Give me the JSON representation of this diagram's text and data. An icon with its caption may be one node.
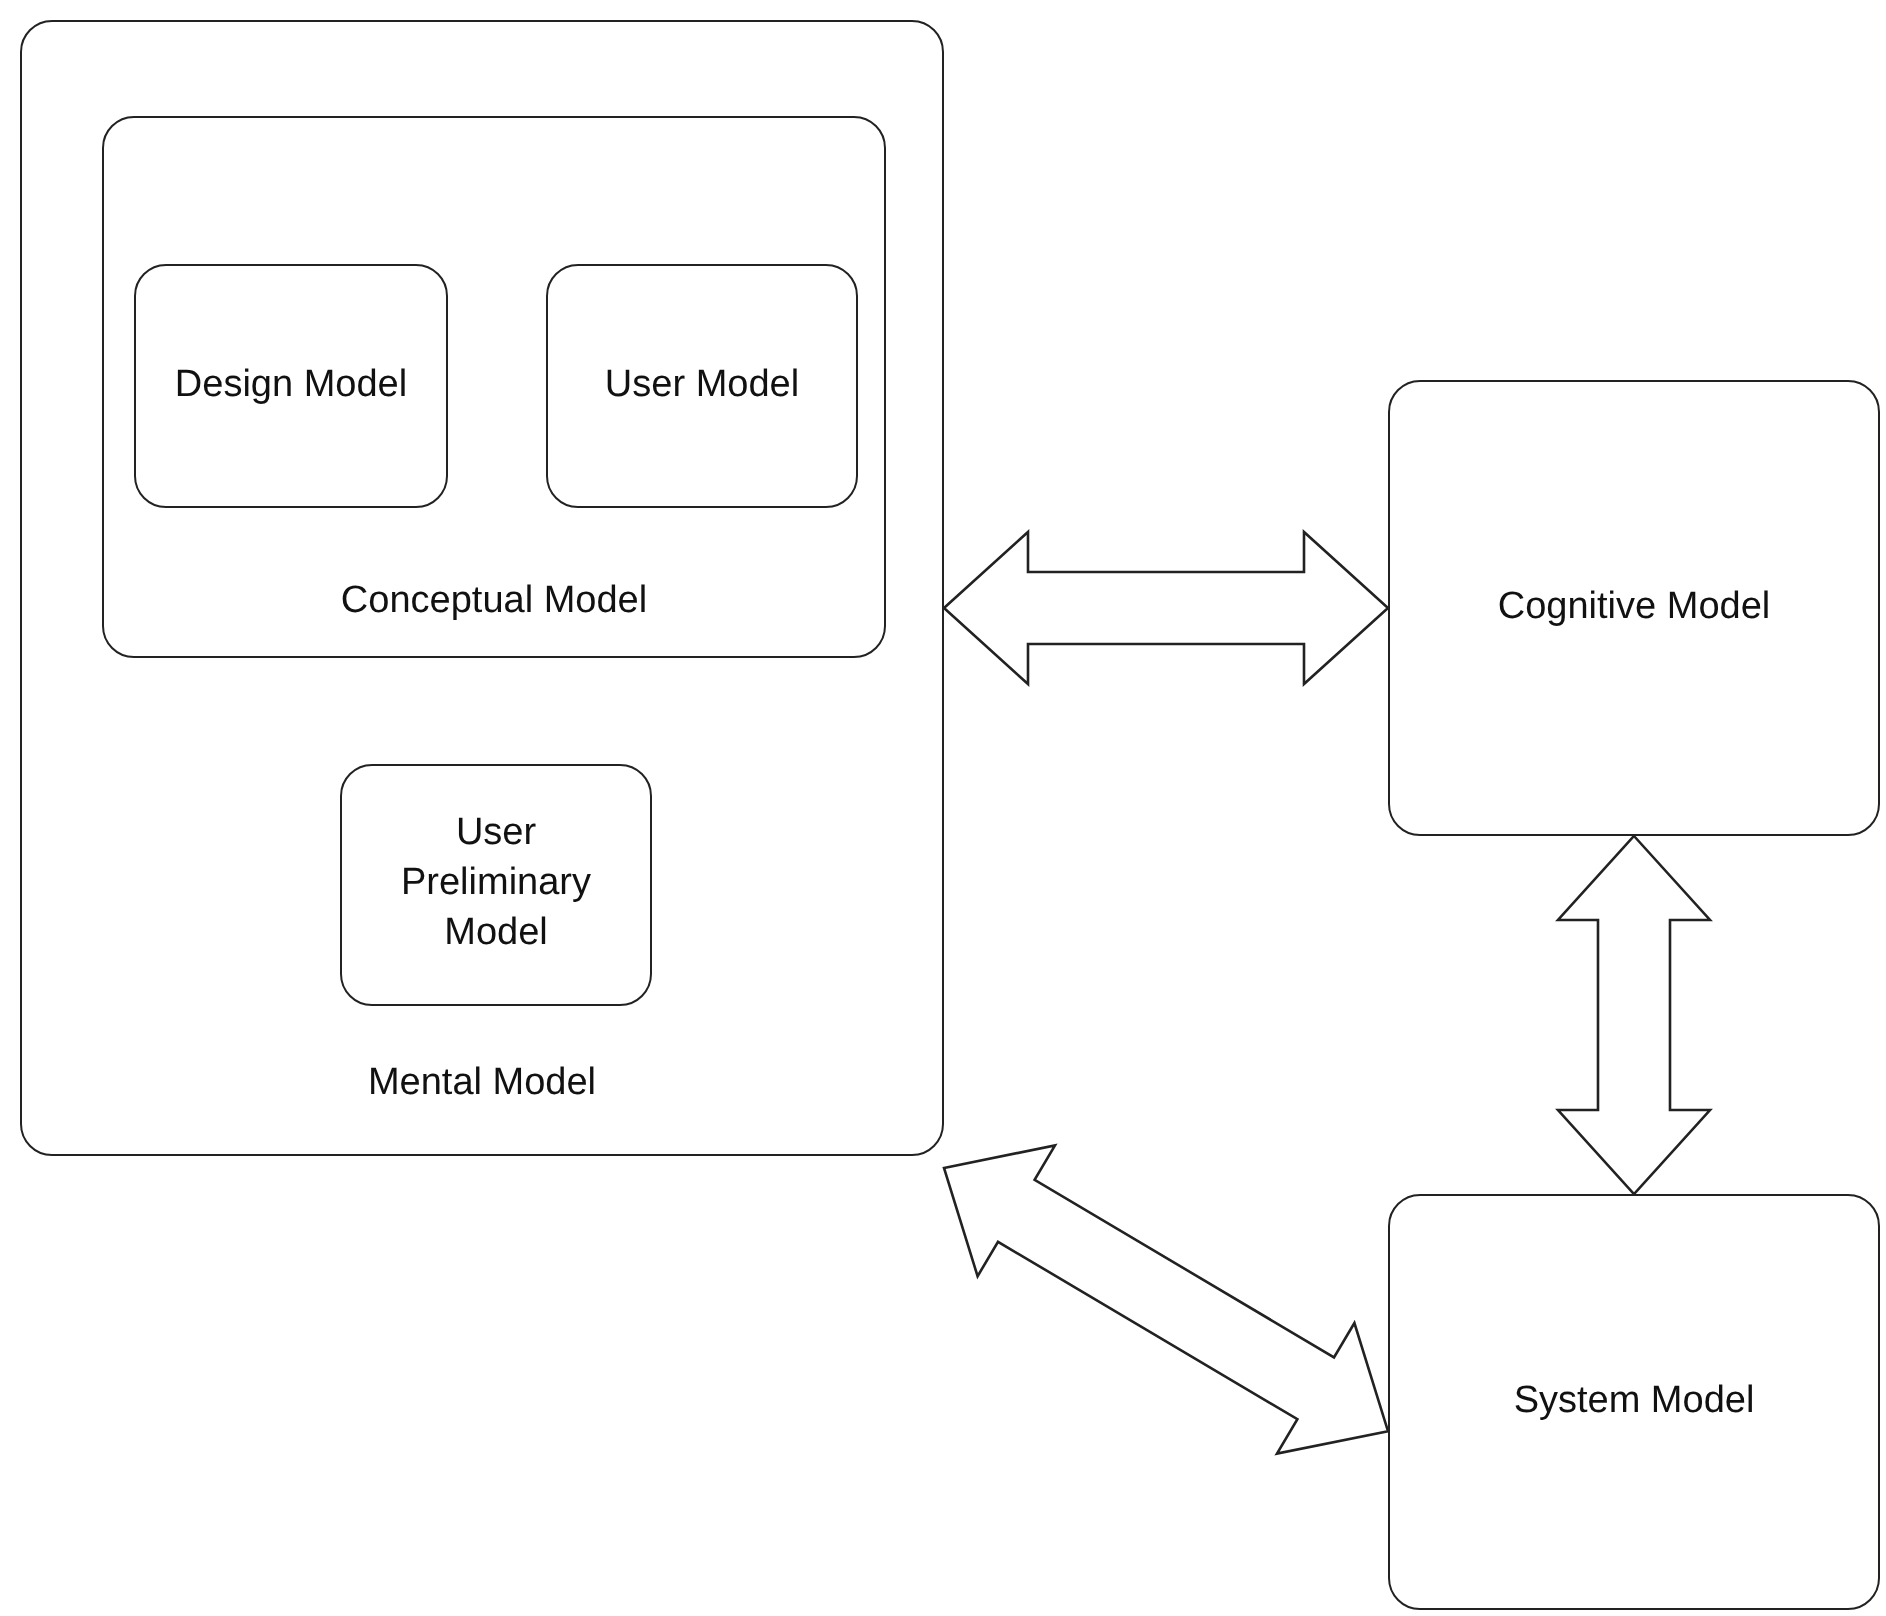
{
  "diagram": {
    "nodes": [
      {
        "text": [
          "Mental Model"
        ]
      },
      {
        "text": [
          "Conceptual Model"
        ],
        "in": 0
      },
      {
        "text": [
          "Design Model"
        ],
        "in": 1
      },
      {
        "text": [
          "User Model"
        ],
        "in": 1
      },
      {
        "text": [
          "User Preliminary Model"
        ],
        "in": 0
      },
      {
        "text": [
          "Cognitive Model"
        ]
      },
      {
        "text": [
          "System Model"
        ]
      }
    ],
    "edges": [
      {
        "from": 0,
        "to": 5,
        "arrow": "both"
      },
      {
        "from": 5,
        "to": 6,
        "arrow": "both"
      },
      {
        "from": 0,
        "to": 6,
        "arrow": "both"
      }
    ]
  }
}
